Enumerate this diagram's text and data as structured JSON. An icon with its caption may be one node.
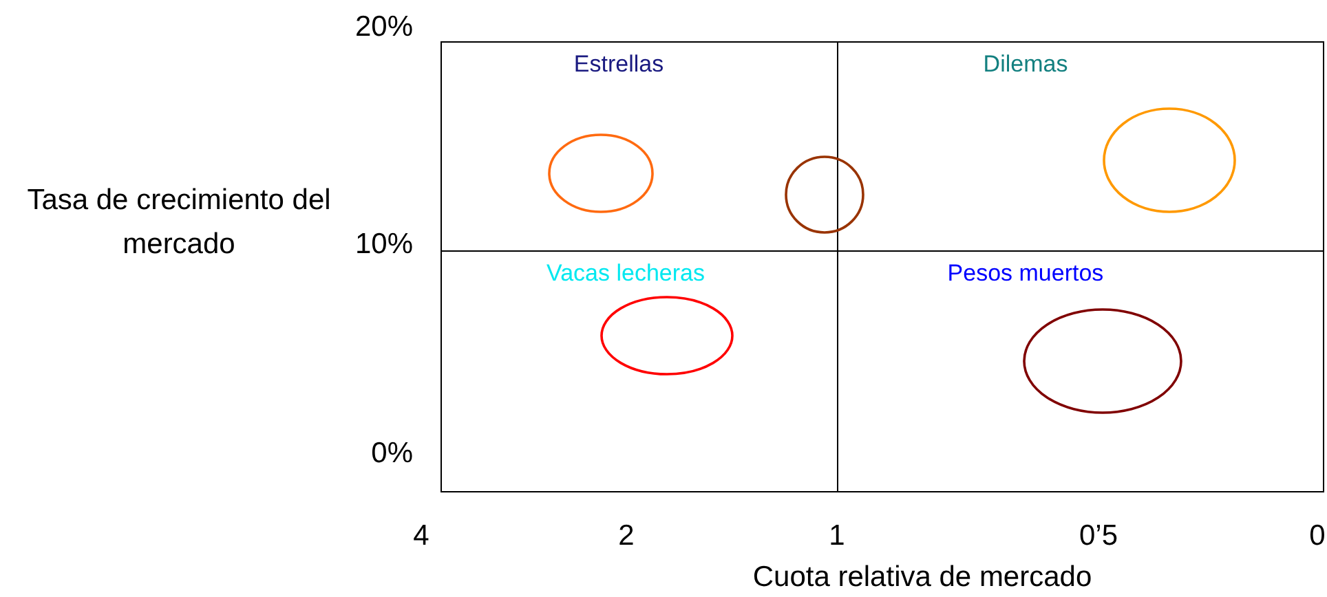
{
  "diagram": {
    "nodes": [
      {
        "text": [
          "Estrellas"
        ]
      },
      {
        "text": [
          "Dilemas"
        ]
      },
      {
        "text": [
          "Vacas lecheras"
        ]
      },
      {
        "text": [
          "Pesos muertos"
        ]
      },
      {
        "text": [],
        "shape": "circle",
        "in": 1
      },
      {
        "text": [],
        "shape": "circle",
        "in": 0
      },
      {
        "text": [],
        "shape": "circle"
      },
      {
        "text": [],
        "shape": "circle",
        "in": 2
      },
      {
        "text": [],
        "shape": "circle",
        "in": 3
      }
    ],
    "labels": [
      "20%",
      "Tasa de crecimiento del mercado",
      "10%",
      "0%",
      "4",
      "2",
      "1",
      "0’5",
      "0",
      "Cuota relativa de mercado"
    ]
  }
}
